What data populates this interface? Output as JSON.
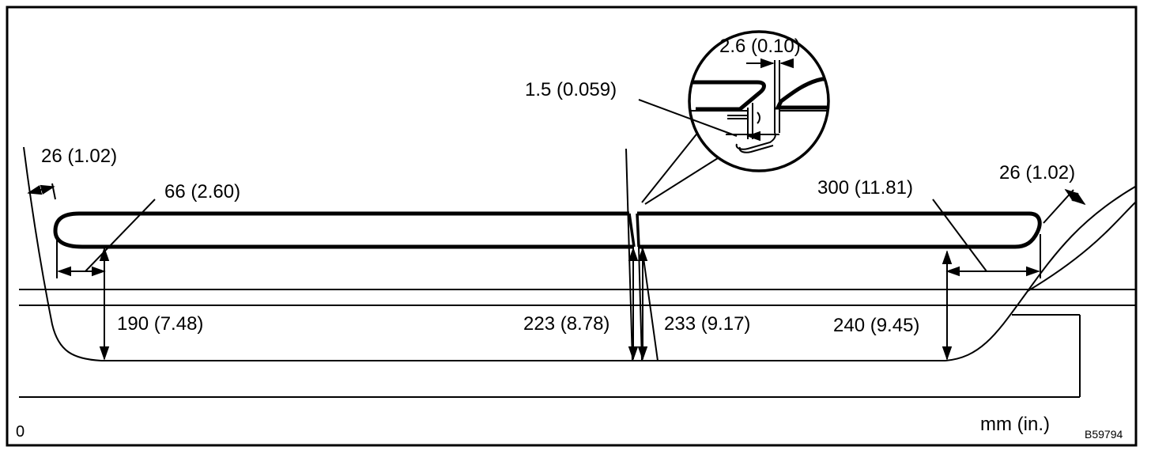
{
  "diagram": {
    "labels": {
      "end_offset_left": "26 (1.02)",
      "front_overhang": "66 (2.60)",
      "height_front": "190 (7.48)",
      "gap": "1.5 (0.059)",
      "step_detail": "2.6 (0.10)",
      "height_joint_front": "223 (8.78)",
      "height_joint_rear": "233 (9.17)",
      "rear_overhang": "300 (11.81)",
      "end_offset_right": "26 (1.02)",
      "height_rear": "240 (9.45)"
    },
    "unit_note": "mm (in.)",
    "corner_mark": "0",
    "figure_code": "B59794",
    "colors": {
      "ink": "#000000",
      "paper": "#ffffff"
    }
  }
}
